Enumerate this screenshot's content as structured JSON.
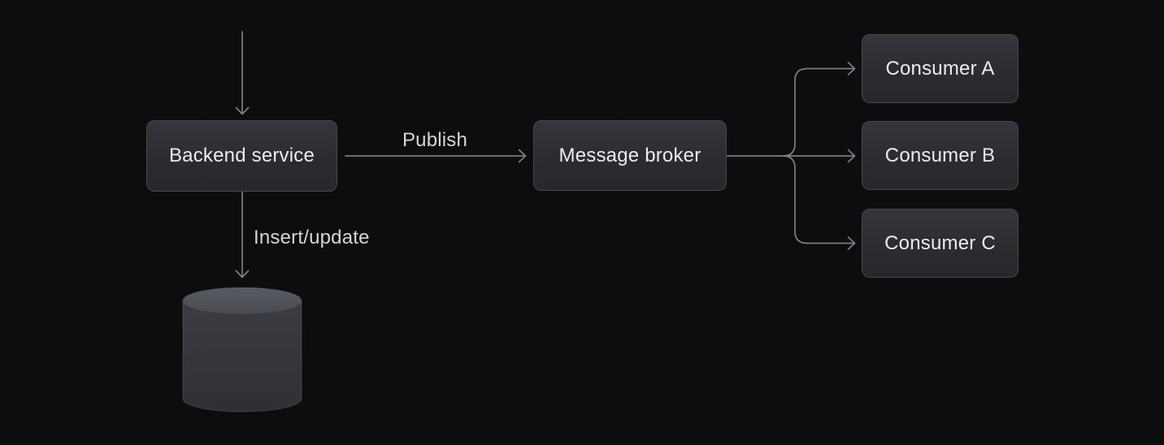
{
  "diagram": {
    "nodes": {
      "backend": {
        "label": "Backend service"
      },
      "broker": {
        "label": "Message broker"
      },
      "consumer_a": {
        "label": "Consumer A"
      },
      "consumer_b": {
        "label": "Consumer B"
      },
      "consumer_c": {
        "label": "Consumer C"
      }
    },
    "edge_labels": {
      "publish": "Publish",
      "insert_update": "Insert/update"
    },
    "shapes": {
      "database": "database-cylinder"
    },
    "colors": {
      "background": "#0c0d0e",
      "node_fill_top": "#34363b",
      "node_fill_bottom": "#26282b",
      "node_border": "#46484d",
      "node_text": "#ececee",
      "edge_label_text": "#d5d6d9",
      "connector": "#7c7f85",
      "cylinder_top": "#53565c",
      "cylinder_body": "#34363b"
    }
  }
}
